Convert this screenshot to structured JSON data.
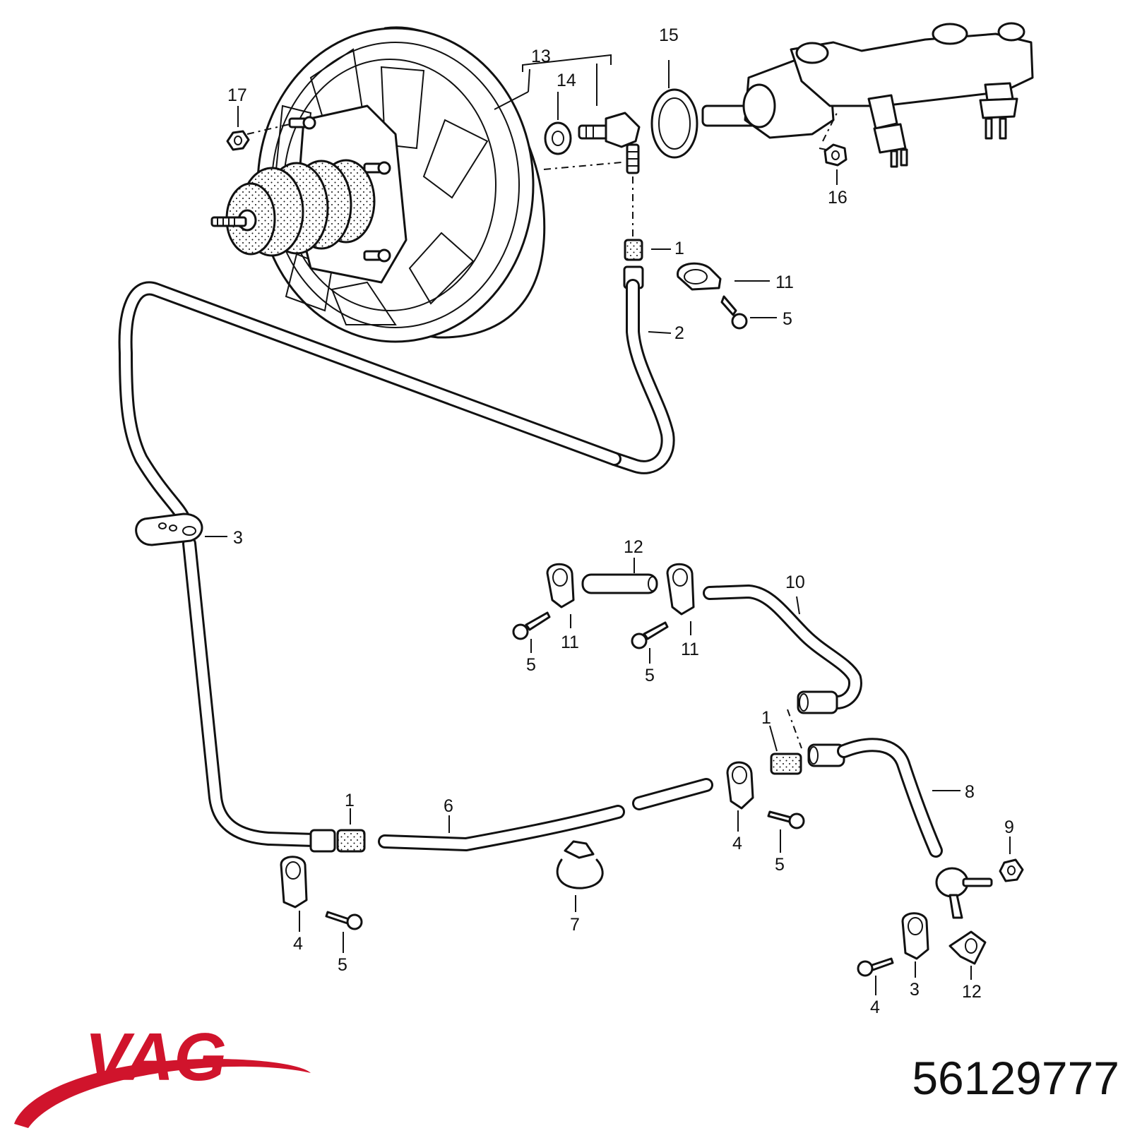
{
  "diagram": {
    "labels": [
      {
        "id": "l1a",
        "text": "1"
      },
      {
        "id": "l2",
        "text": "2"
      },
      {
        "id": "l11a",
        "text": "11"
      },
      {
        "id": "l5a",
        "text": "5"
      },
      {
        "id": "l13",
        "text": "13"
      },
      {
        "id": "l14",
        "text": "14"
      },
      {
        "id": "l15",
        "text": "15"
      },
      {
        "id": "l16",
        "text": "16"
      },
      {
        "id": "l17",
        "text": "17"
      },
      {
        "id": "l3a",
        "text": "3"
      },
      {
        "id": "l12a",
        "text": "12"
      },
      {
        "id": "l10",
        "text": "10"
      },
      {
        "id": "l11b",
        "text": "11"
      },
      {
        "id": "l11c",
        "text": "11"
      },
      {
        "id": "l5b",
        "text": "5"
      },
      {
        "id": "l5c",
        "text": "5"
      },
      {
        "id": "l1b",
        "text": "1"
      },
      {
        "id": "l1c",
        "text": "1"
      },
      {
        "id": "l6",
        "text": "6"
      },
      {
        "id": "l4a",
        "text": "4"
      },
      {
        "id": "l5d",
        "text": "5"
      },
      {
        "id": "l7",
        "text": "7"
      },
      {
        "id": "l4b",
        "text": "4"
      },
      {
        "id": "l5e",
        "text": "5"
      },
      {
        "id": "l8",
        "text": "8"
      },
      {
        "id": "l9",
        "text": "9"
      },
      {
        "id": "l4c",
        "text": "4"
      },
      {
        "id": "l3b",
        "text": "3"
      },
      {
        "id": "l12b",
        "text": "12"
      }
    ]
  },
  "brand": {
    "logo_text": "VAG",
    "color": "#d0142c"
  },
  "part_number": "56129777"
}
